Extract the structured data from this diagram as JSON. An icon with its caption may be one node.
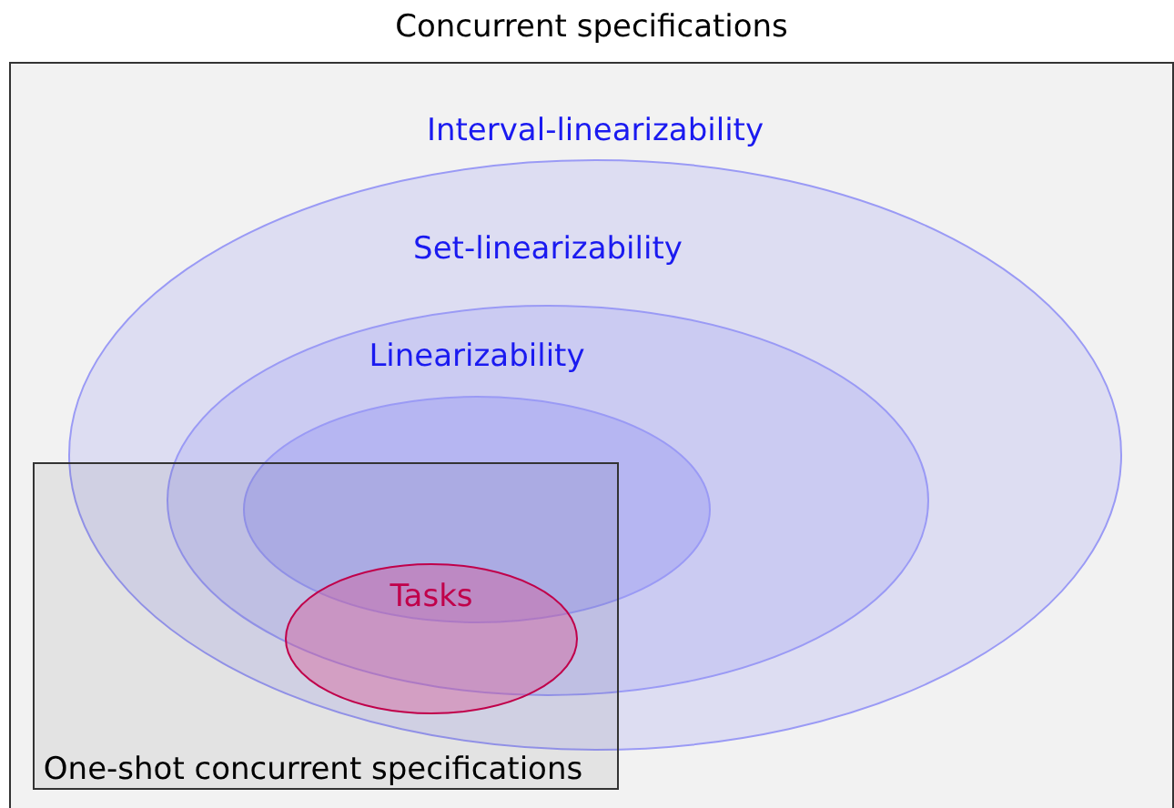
{
  "diagram": {
    "nodes": [
      {
        "text": [
          "Concurrent specifications"
        ]
      },
      {
        "text": [
          "Interval-linearizability"
        ],
        "in": 0
      },
      {
        "text": [
          "Set-linearizability"
        ],
        "in": 1
      },
      {
        "text": [
          "Linearizability"
        ],
        "in": 2
      },
      {
        "text": [
          "One-shot concurrent specifications"
        ],
        "in": 0
      },
      {
        "text": [
          "Tasks"
        ],
        "in": 4
      }
    ]
  }
}
